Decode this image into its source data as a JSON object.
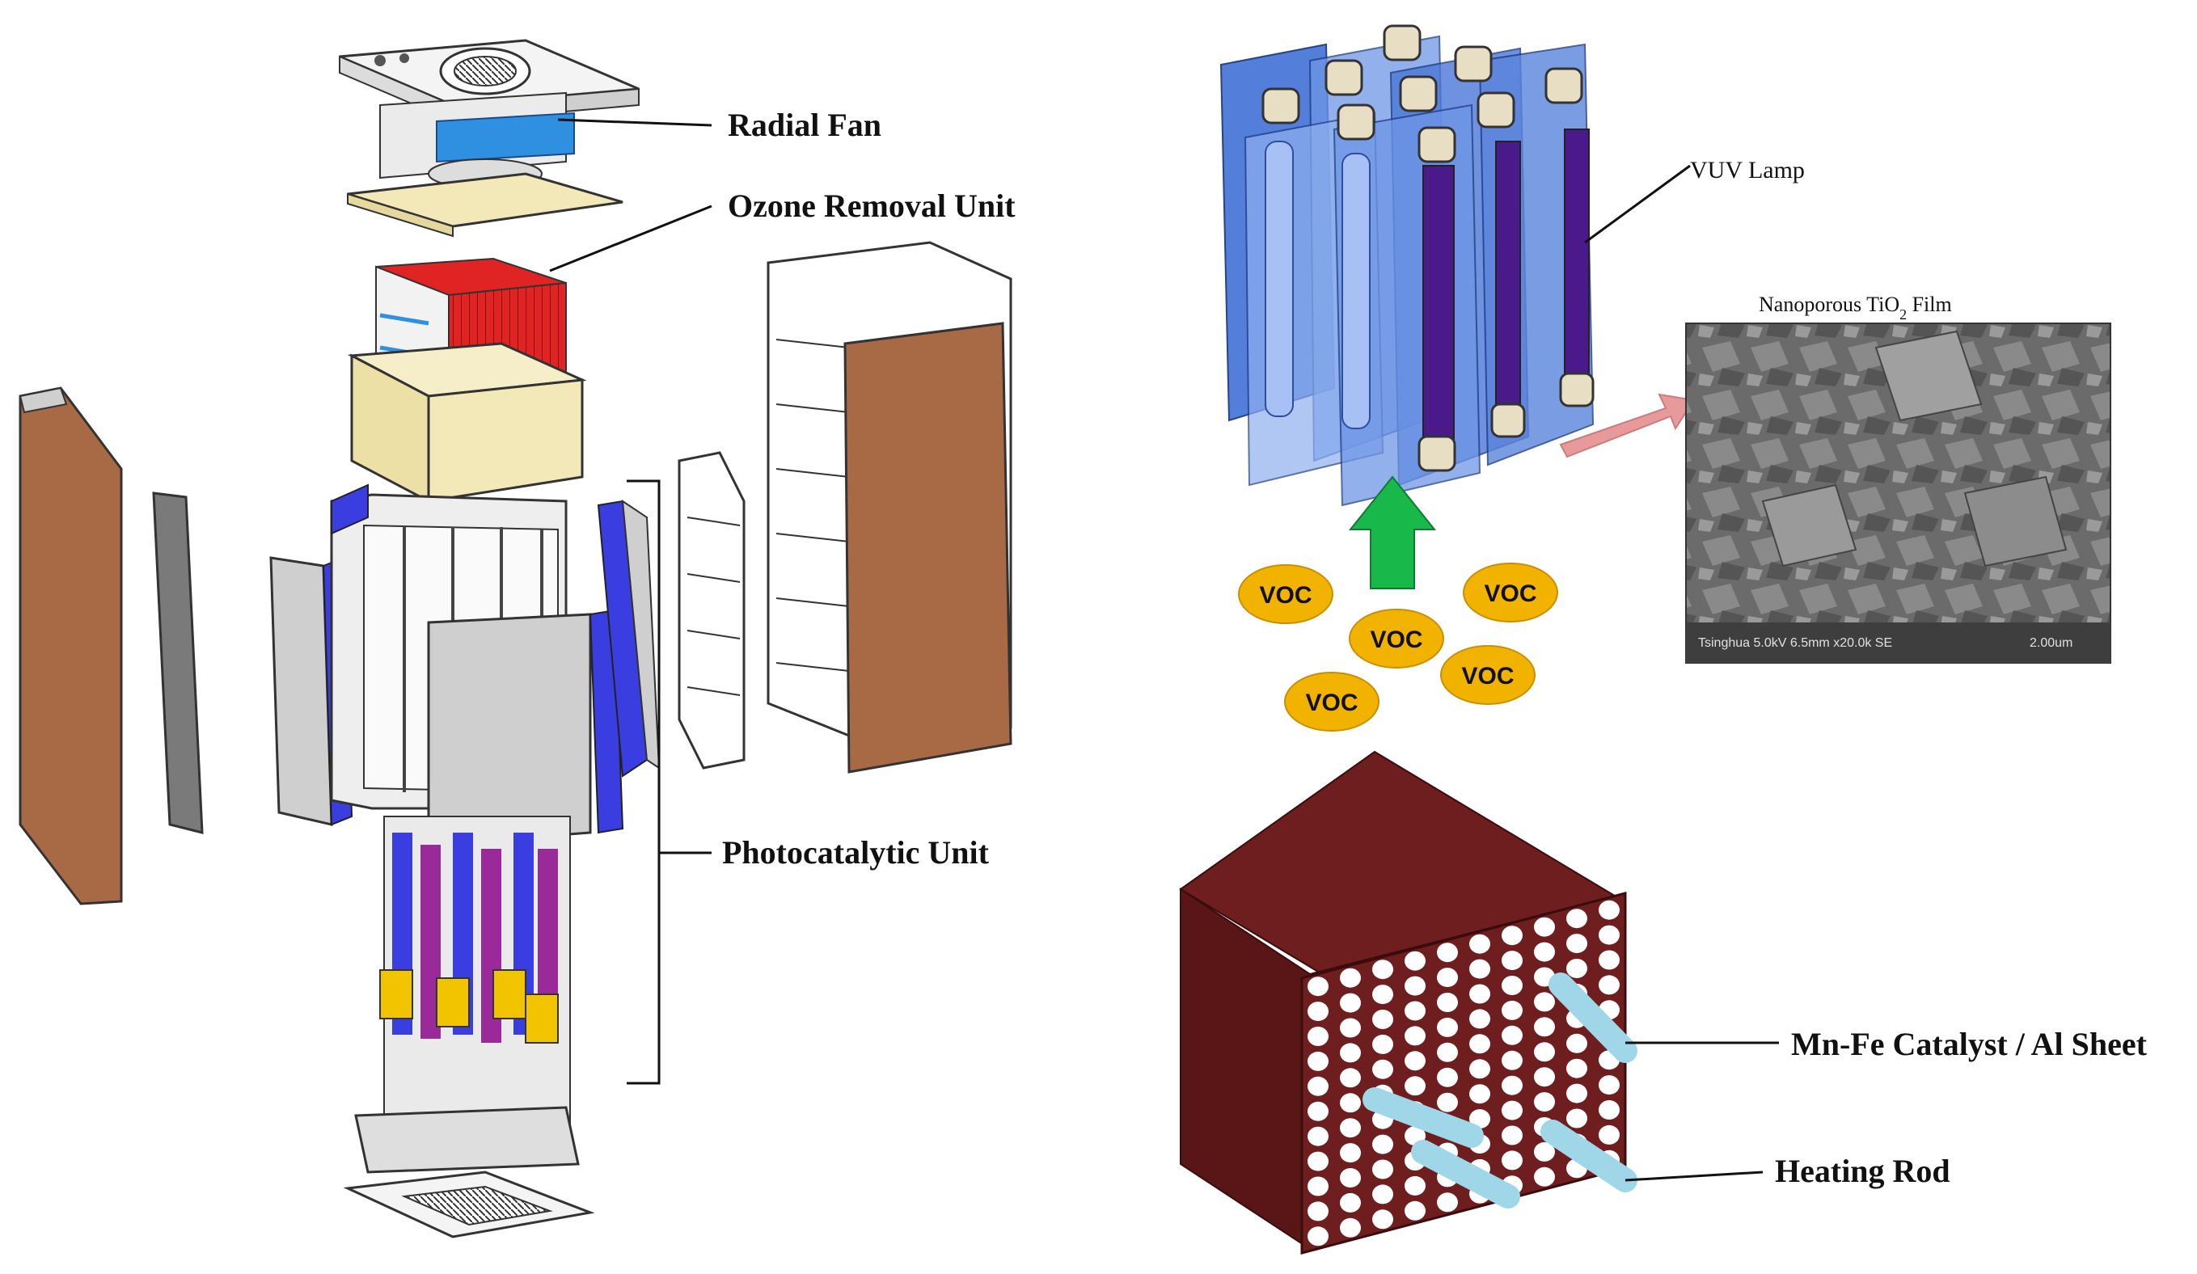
{
  "labels": {
    "radial_fan": "Radial Fan",
    "ozone_removal_unit": "Ozone Removal Unit",
    "photocatalytic_unit": "Photocatalytic Unit",
    "vuv_lamp": "VUV Lamp",
    "tio2_film_prefix": "Nanoporous TiO",
    "tio2_film_sub": "2",
    "tio2_film_suffix": " Film",
    "mn_fe_catalyst": "Mn-Fe Catalyst / Al Sheet",
    "heating_rod": "Heating Rod",
    "sem_caption": "Tsinghua 5.0kV 6.5mm x20.0k SE",
    "sem_scale": "2.00um"
  },
  "voc_bubbles": [
    {
      "label": "VOC"
    },
    {
      "label": "VOC"
    },
    {
      "label": "VOC"
    },
    {
      "label": "VOC"
    },
    {
      "label": "VOC"
    },
    {
      "label": "VOC"
    }
  ],
  "colors": {
    "panel_brown": "#a86a45",
    "blue_panel": "#3a3ee0",
    "red_ozone": "#e02424",
    "cream": "#f3e9b8",
    "lamp_purple": "#4a1a8a",
    "glass_blue": "#5b86d8",
    "voc_yellow": "#f2b300",
    "arrow_green": "#19b84a",
    "arrow_pink": "#e89a9a",
    "catalyst_maroon": "#6e1e1e",
    "rod_cyan": "#9fd6e8",
    "fan_blue": "#2f8fe0"
  }
}
